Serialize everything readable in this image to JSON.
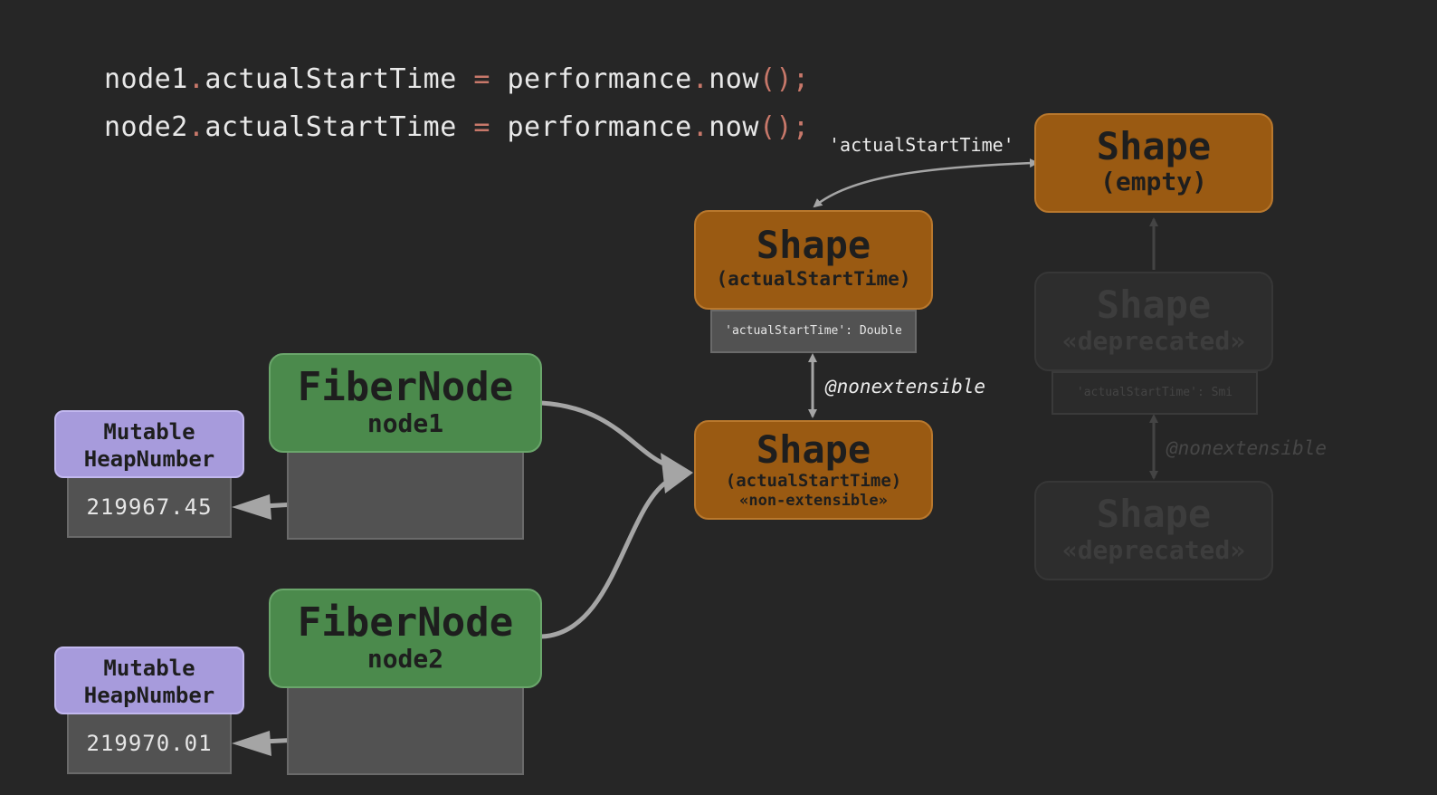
{
  "code": {
    "line1": {
      "obj": "node1",
      "dot1": ".",
      "prop": "actualStartTime",
      "eq": " = ",
      "callee": "performance",
      "dot2": ".",
      "method": "now",
      "parens": "();"
    },
    "line2": {
      "obj": "node2",
      "dot1": ".",
      "prop": "actualStartTime",
      "eq": " = ",
      "callee": "performance",
      "dot2": ".",
      "method": "now",
      "parens": "();"
    }
  },
  "shapes": {
    "empty": {
      "title": "Shape",
      "sub": "(empty)"
    },
    "actual": {
      "title": "Shape",
      "sub": "(actualStartTime)",
      "field": "'actualStartTime': Double"
    },
    "nonext": {
      "title": "Shape",
      "sub": "(actualStartTime)",
      "sub2": "«non-extensible»"
    },
    "dep1": {
      "title": "Shape",
      "sub": "«deprecated»",
      "field": "'actualStartTime': Smi"
    },
    "dep2": {
      "title": "Shape",
      "sub": "«deprecated»"
    }
  },
  "fibers": {
    "node1": {
      "title": "FiberNode",
      "sub": "node1"
    },
    "node2": {
      "title": "FiberNode",
      "sub": "node2"
    }
  },
  "heap": {
    "h1": {
      "line1": "Mutable",
      "line2": "HeapNumber",
      "value": "219967.45"
    },
    "h2": {
      "line1": "Mutable",
      "line2": "HeapNumber",
      "value": "219970.01"
    }
  },
  "labels": {
    "transition": "'actualStartTime'",
    "nonext1": "@nonextensible",
    "nonext2": "@nonextensible"
  },
  "colors": {
    "background": "#262626",
    "fiber": "#4b8a4c",
    "shape": "#9a5a12",
    "heapnumber": "#a79bdc",
    "arrow": "#a5a5a5"
  }
}
